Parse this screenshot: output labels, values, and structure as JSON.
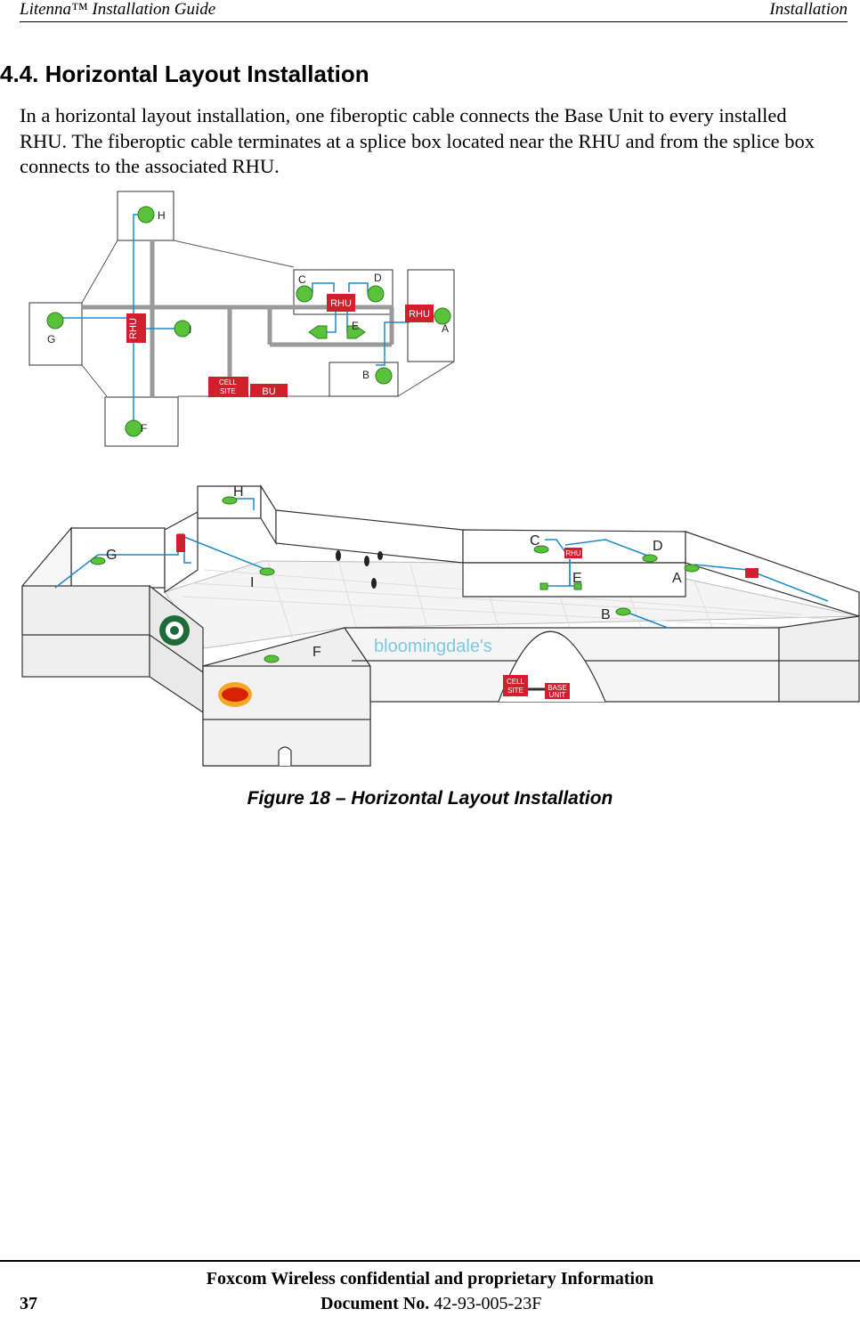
{
  "header": {
    "left": "Litenna™ Installation Guide",
    "right": "Installation"
  },
  "section": {
    "title": "4.4. Horizontal Layout Installation"
  },
  "body_text": "In a horizontal layout installation, one fiberoptic cable connects the Base Unit to every installed RHU. The fiberoptic cable terminates at a splice box located near the RHU and from the splice box connects to the associated RHU.",
  "diagram": {
    "antenna_labels": {
      "a": "A",
      "b": "B",
      "c": "C",
      "d": "D",
      "e": "E",
      "f": "F",
      "g": "G",
      "h": "H",
      "i": "I"
    },
    "rhu_label": "RHU",
    "cell_site_line1": "CELL",
    "cell_site_line2": "SITE",
    "bu_label": "BU",
    "base_unit_line1": "BASE",
    "base_unit_line2": "UNIT",
    "store_brand": "bloomingdale's",
    "colors": {
      "rhu_red": "#d0202e",
      "antenna_green": "#58c23a",
      "cable_blue": "#1e88c8",
      "trunk_gray": "#9a9a9a"
    }
  },
  "caption": "Figure 18 – Horizontal Layout Installation",
  "footer": {
    "confidential": "Foxcom Wireless confidential and proprietary Information",
    "page_number": "37",
    "doc_label": "Document No.",
    "doc_number": "42-93-005-23F"
  }
}
